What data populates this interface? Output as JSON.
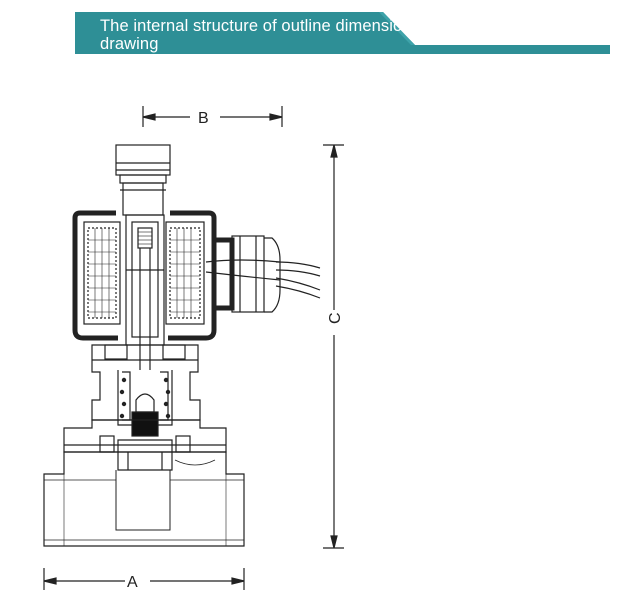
{
  "header": {
    "title": "The internal structure of outline dimension drawing",
    "accent_color": "#2e8f96"
  },
  "dimensions": {
    "width_label": "A",
    "coil_width_label": "B",
    "height_label": "C"
  },
  "icons": {
    "valve": "solenoid-valve-cross-section"
  }
}
